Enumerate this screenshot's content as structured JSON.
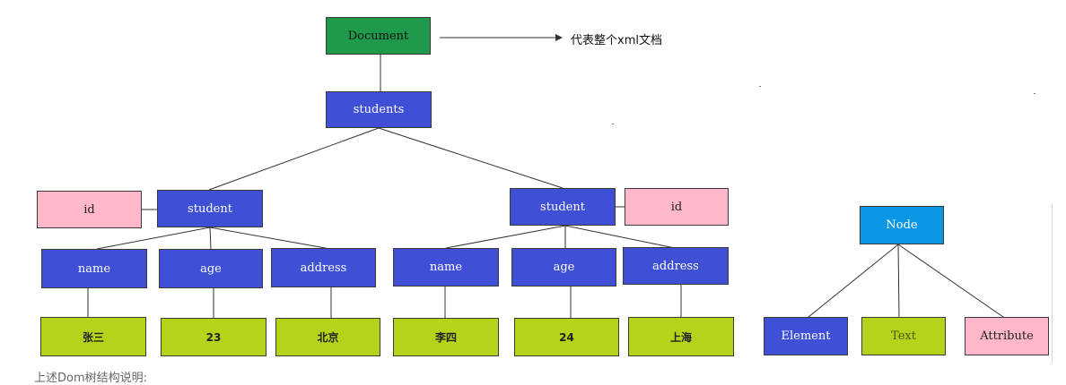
{
  "diagram": {
    "document": "Document",
    "document_note": "代表整个xml文档",
    "students": "students",
    "student_1": {
      "label": "student",
      "attr": "id",
      "children": [
        {
          "element": "name",
          "value": "张三"
        },
        {
          "element": "age",
          "value": "23"
        },
        {
          "element": "address",
          "value": "北京"
        }
      ]
    },
    "student_2": {
      "label": "student",
      "attr": "id",
      "children": [
        {
          "element": "name",
          "value": "李四"
        },
        {
          "element": "age",
          "value": "24"
        },
        {
          "element": "address",
          "value": "上海"
        }
      ]
    }
  },
  "legend": {
    "node": "Node",
    "element": "Element",
    "text": "Text",
    "attribute": "Attribute"
  },
  "footer_text": "上述Dom树结构说明:",
  "colors": {
    "document": "#1f9a4a",
    "element": "#3f4fd6",
    "attribute": "#ffb7c9",
    "text_value": "#b6d21a",
    "node": "#0b96e6"
  }
}
